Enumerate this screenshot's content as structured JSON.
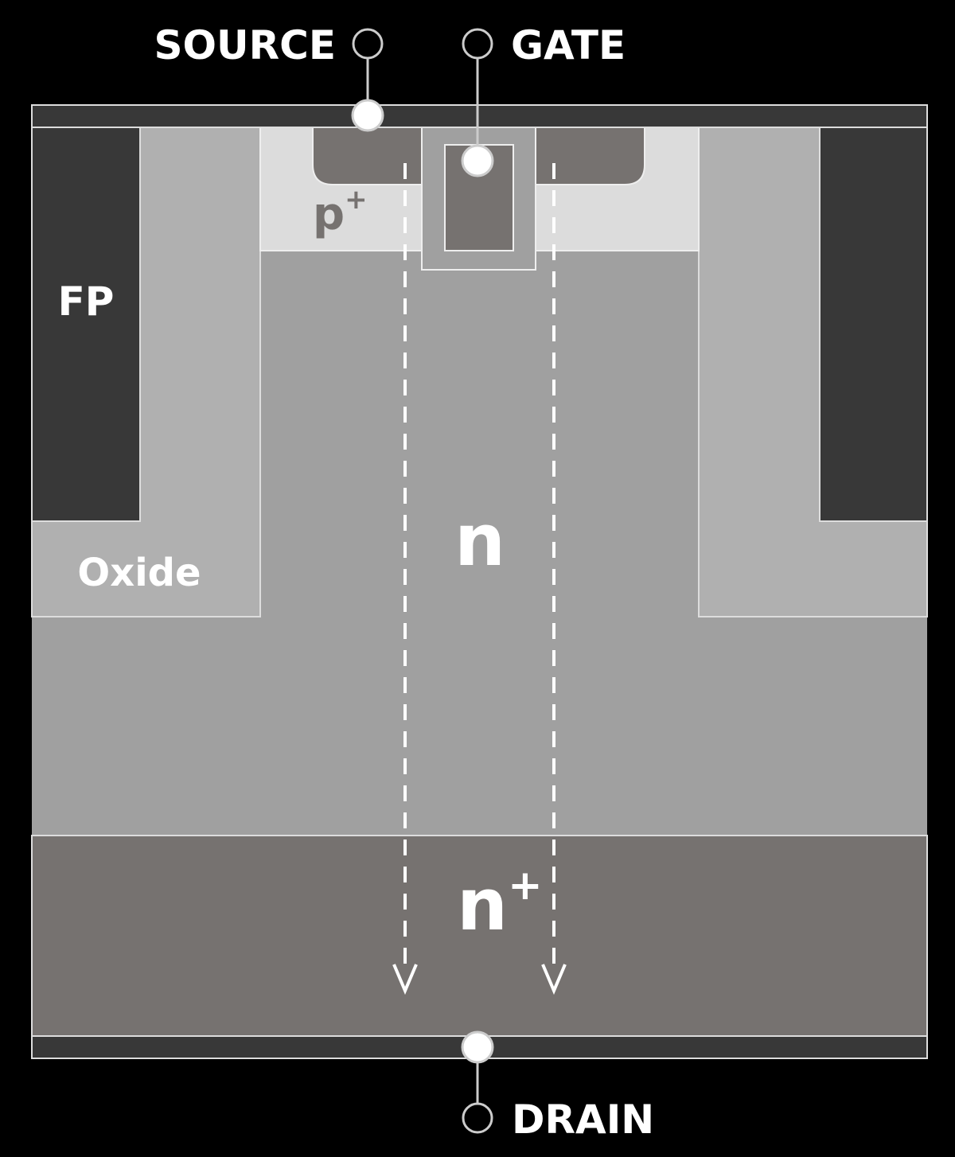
{
  "terminals": {
    "source": "SOURCE",
    "gate": "GATE",
    "drain": "DRAIN"
  },
  "regions": {
    "field_plate": "FP",
    "oxide": "Oxide",
    "p_plus": "p",
    "p_plus_sup": "+",
    "n": "n",
    "n_plus": "n",
    "n_plus_sup": "+"
  },
  "colors": {
    "background": "#000000",
    "metal": "#383838",
    "n_region": "#a0a0a0",
    "n_plus": "#767270",
    "oxide": "#b0b0b0",
    "p_plus": "#dcdcdc"
  }
}
